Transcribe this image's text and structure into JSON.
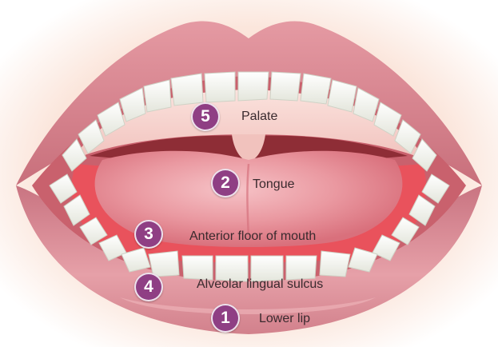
{
  "colors": {
    "lip": "#d8848f",
    "lip_shadow": "#b95d6a",
    "mouth_interior": "#f2c9c8",
    "palate": "#f6d4d0",
    "throat": "#8e2d36",
    "tongue": "#e78f98",
    "tongue_highlight": "#f3b8bd",
    "floor": "#e9525c",
    "tooth": "#f7f7f2",
    "marker": "#8f3f84"
  },
  "labels": [
    {
      "number": "5",
      "text": "Palate"
    },
    {
      "number": "2",
      "text": "Tongue"
    },
    {
      "number": "3",
      "text": "Anterior floor of mouth"
    },
    {
      "number": "4",
      "text": "Alveolar lingual sulcus"
    },
    {
      "number": "1",
      "text": "Lower lip"
    }
  ]
}
